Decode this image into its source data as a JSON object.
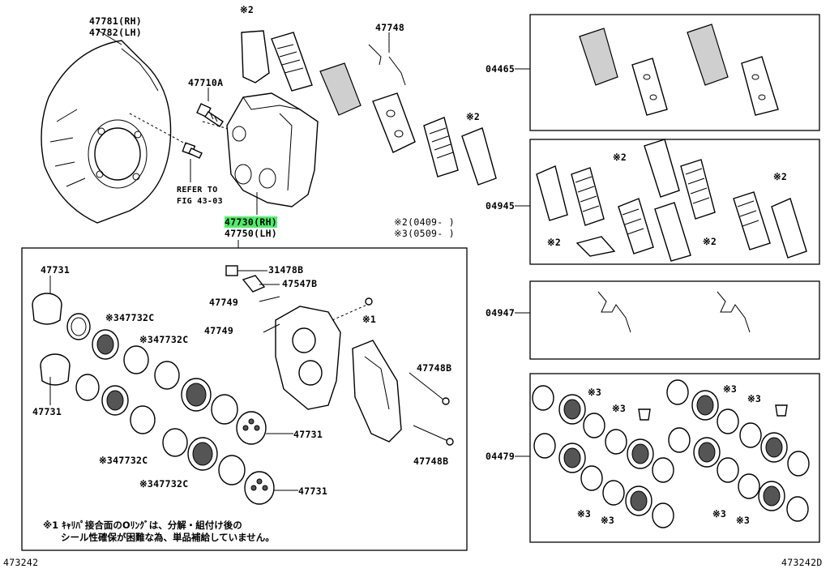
{
  "labels": {
    "l47781": "47781(RH)",
    "l47782": "47782(LH)",
    "l47710a": "47710A",
    "refer1": "REFER TO",
    "refer2": "FIG 43-03",
    "l47748": "47748",
    "l47730": "47730(RH)",
    "l47750": "47750(LH)",
    "star2a": "※2",
    "star2b": "※2",
    "legend2": "※2(0409-    )",
    "legend3": "※3(0509-    )",
    "l47731a": "47731",
    "l31478b": "31478B",
    "l47547b": "47547B",
    "l47749a": "47749",
    "l47749b": "47749",
    "star1": "※1",
    "l47732c_a": "※347732C",
    "l47732c_b": "※347732C",
    "l47732c_c": "※347732C",
    "l47732c_d": "※347732C",
    "l47731b": "47731",
    "l47731c": "47731",
    "l47731d": "47731",
    "l47748b_a": "47748B",
    "l47748b_b": "47748B",
    "kit04465": "04465",
    "kit04945": "04945",
    "kit04947": "04947",
    "kit04479": "04479",
    "k_star2_1": "※2",
    "k_star2_2": "※2",
    "k_star2_3": "※2",
    "k_star2_4": "※2",
    "k_star3_1": "※3",
    "k_star3_2": "※3",
    "k_star3_3": "※3",
    "k_star3_4": "※3",
    "k_star3_5": "※3",
    "k_star3_6": "※3",
    "k_star3_7": "※3",
    "k_star3_8": "※3",
    "note1": "※1 ｷｬﾘﾊﾟ接合面のOﾘﾝｸﾞは、分解・組付け後の",
    "note2": "シール性確保が困難な為、単品補給していません。",
    "foot_left": "473242",
    "foot_right": "473242D"
  }
}
